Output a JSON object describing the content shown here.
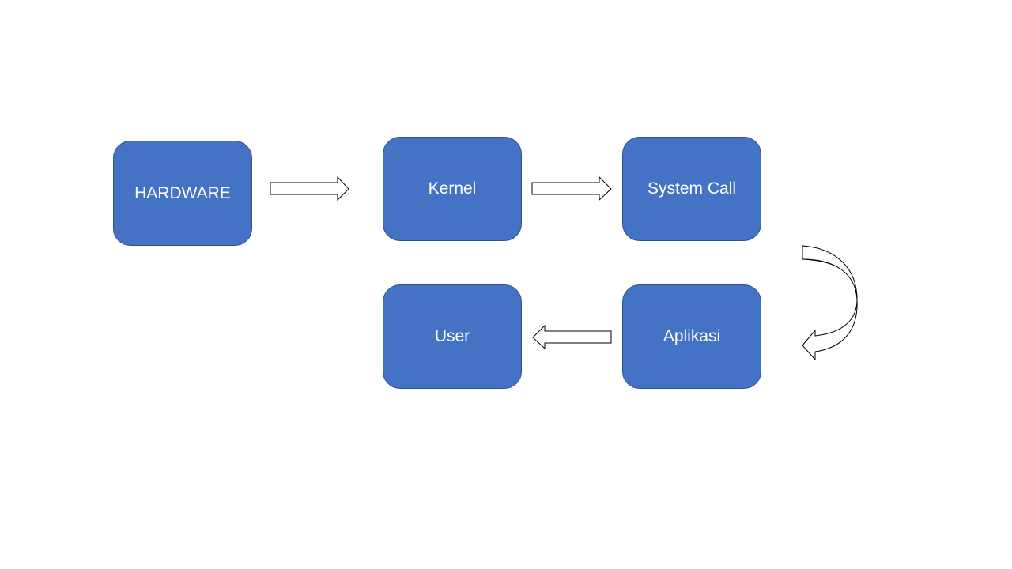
{
  "diagram": {
    "nodes": {
      "hardware": {
        "label": "HARDWARE"
      },
      "kernel": {
        "label": "Kernel"
      },
      "system_call": {
        "label": "System Call"
      },
      "aplikasi": {
        "label": "Aplikasi"
      },
      "user": {
        "label": "User"
      }
    },
    "edges": [
      {
        "from": "HARDWARE",
        "to": "Kernel"
      },
      {
        "from": "Kernel",
        "to": "System Call"
      },
      {
        "from": "System Call",
        "to": "Aplikasi"
      },
      {
        "from": "Aplikasi",
        "to": "User"
      }
    ]
  },
  "colors": {
    "node_fill": "#4472c4",
    "node_border": "#2f528f",
    "node_text": "#ffffff",
    "arrow_fill": "#ffffff",
    "arrow_stroke": "#000000",
    "curved_arrow_shade": "#d0d0d0"
  }
}
